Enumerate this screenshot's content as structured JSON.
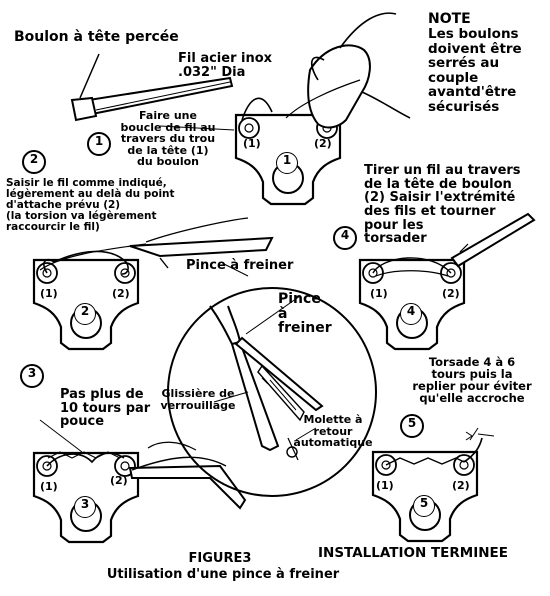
{
  "labels": {
    "boulon": "Boulon à tête percée",
    "fil": "Fil acier inox\n.032\" Dia",
    "note_title": "NOTE",
    "note_body": "Les boulons\ndoivent être\nserrés au\ncouple\navantd'être\nsécurisés",
    "step1": "Faire une\nboucle de fil au\ntravers du trou\nde la tête (1)\ndu boulon",
    "step2": "Saisir le fil comme indiqué,\nlégèrement au delà du point\nd'attache prévu (2)\n(la torsion va légèrement\nraccourcir le fil)",
    "pince_plate": "Pince à freiner",
    "step4": "Tirer un fil au travers\nde la tête de boulon\n(2) Saisir l'extrémité\ndes fils et tourner\npour les\ntorsader",
    "pince_title": "Pince\nà\nfreiner",
    "glissiere": "Glissière de\nverrouillage",
    "molette": "Molette à\nretour\nautomatique",
    "step3": "Pas plus de\n10 tours par\npouce",
    "step5": "Torsade 4 à 6\ntours puis la\nreplier pour éviter\nqu'elle accroche",
    "figure": "FIGURE3",
    "figure_caption": "Utilisation d'une pince à freiner",
    "installation": "INSTALLATION TERMINEE"
  },
  "step_numbers": [
    "1",
    "2",
    "3",
    "4",
    "5"
  ],
  "bolt_labels": [
    "(1)",
    "(2)"
  ]
}
